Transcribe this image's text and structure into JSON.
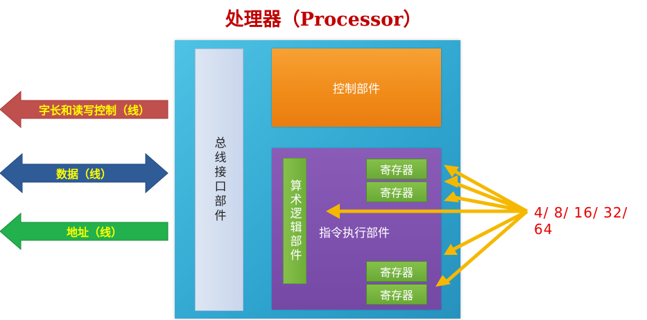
{
  "title": "处理器（Processor）",
  "bus_interface": "总线接口部件",
  "control_unit": "控制部件",
  "exec_unit": "指令执行部件",
  "alu": "算术逻辑部件",
  "registers": [
    "寄存器",
    "寄存器",
    "寄存器",
    "寄存器"
  ],
  "signals": [
    {
      "label": "字长和读写控制（线）",
      "color": "#c0504d",
      "text_color": "#ffff00",
      "direction": "left"
    },
    {
      "label": "数据（线）",
      "color": "#2f5c97",
      "text_color": "#ffff00",
      "direction": "both"
    },
    {
      "label": "地址（线）",
      "color": "#22b14c",
      "text_color": "#ffff00",
      "direction": "left"
    }
  ],
  "word_sizes": "4/ 8/ 16/ 32/ 64",
  "colors": {
    "title": "#c00000",
    "processor": "#34a8d4",
    "control": "#f28c1c",
    "exec": "#7f52ae",
    "green": "#77b443",
    "pointer": "#f5b800",
    "word_sizes": "#e60000"
  }
}
